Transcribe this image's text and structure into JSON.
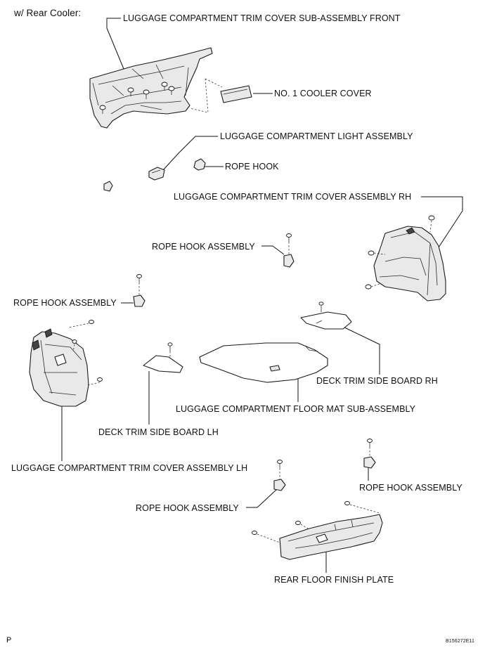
{
  "header": {
    "title": "w/ Rear Cooler:"
  },
  "labels": {
    "trim_cover_front": "LUGGAGE COMPARTMENT TRIM COVER SUB-ASSEMBLY FRONT",
    "cooler_cover": "NO. 1 COOLER COVER",
    "light_assembly": "LUGGAGE COMPARTMENT LIGHT ASSEMBLY",
    "rope_hook": "ROPE HOOK",
    "trim_cover_rh": "LUGGAGE COMPARTMENT TRIM COVER ASSEMBLY RH",
    "rope_hook_assembly_1": "ROPE HOOK ASSEMBLY",
    "rope_hook_assembly_2": "ROPE HOOK ASSEMBLY",
    "deck_board_rh": "DECK TRIM SIDE BOARD RH",
    "floor_mat": "LUGGAGE COMPARTMENT FLOOR MAT SUB-ASSEMBLY",
    "deck_board_lh": "DECK TRIM SIDE BOARD LH",
    "trim_cover_lh": "LUGGAGE COMPARTMENT TRIM COVER ASSEMBLY LH",
    "rope_hook_assembly_3": "ROPE HOOK ASSEMBLY",
    "rope_hook_assembly_4": "ROPE HOOK ASSEMBLY",
    "rear_finish_plate": "REAR FLOOR FINISH PLATE"
  },
  "footer": {
    "page_marker": "P",
    "figure_code": "B156272E11"
  }
}
